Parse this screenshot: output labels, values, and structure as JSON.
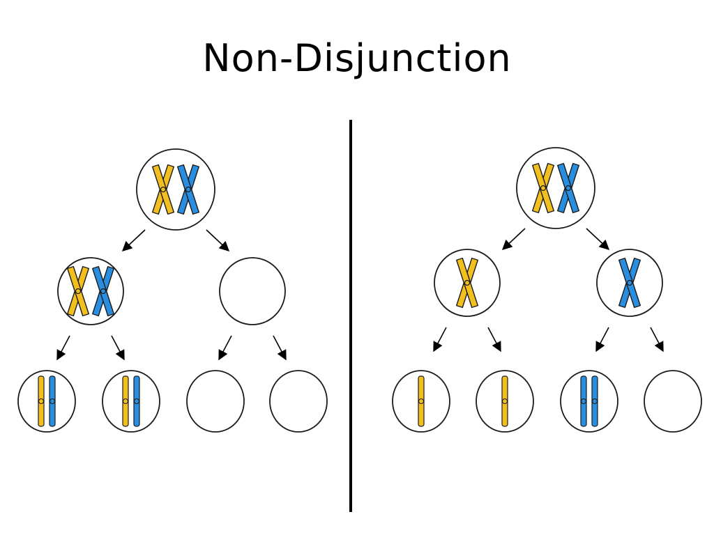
{
  "title": "Non-Disjunction",
  "colors": {
    "maternal": "#f2c01e",
    "paternal": "#2a8ee0",
    "outline": "#1a1a1a",
    "divider": "#000000"
  },
  "panels": [
    {
      "name": "nondisjunction-meiosis-i",
      "parent": [
        "maternal",
        "paternal"
      ],
      "daughters": [
        {
          "chromosomes": [
            "maternal",
            "paternal"
          ],
          "type": "x"
        },
        {
          "chromosomes": [],
          "type": "x"
        }
      ],
      "gametes": [
        {
          "chromosomes": [
            "maternal",
            "paternal"
          ]
        },
        {
          "chromosomes": [
            "maternal",
            "paternal"
          ]
        },
        {
          "chromosomes": []
        },
        {
          "chromosomes": []
        }
      ]
    },
    {
      "name": "nondisjunction-meiosis-ii",
      "parent": [
        "maternal",
        "paternal"
      ],
      "daughters": [
        {
          "chromosomes": [
            "maternal"
          ],
          "type": "x"
        },
        {
          "chromosomes": [
            "paternal"
          ],
          "type": "x"
        }
      ],
      "gametes": [
        {
          "chromosomes": [
            "maternal"
          ]
        },
        {
          "chromosomes": [
            "maternal"
          ]
        },
        {
          "chromosomes": [
            "paternal",
            "paternal"
          ]
        },
        {
          "chromosomes": []
        }
      ]
    }
  ]
}
